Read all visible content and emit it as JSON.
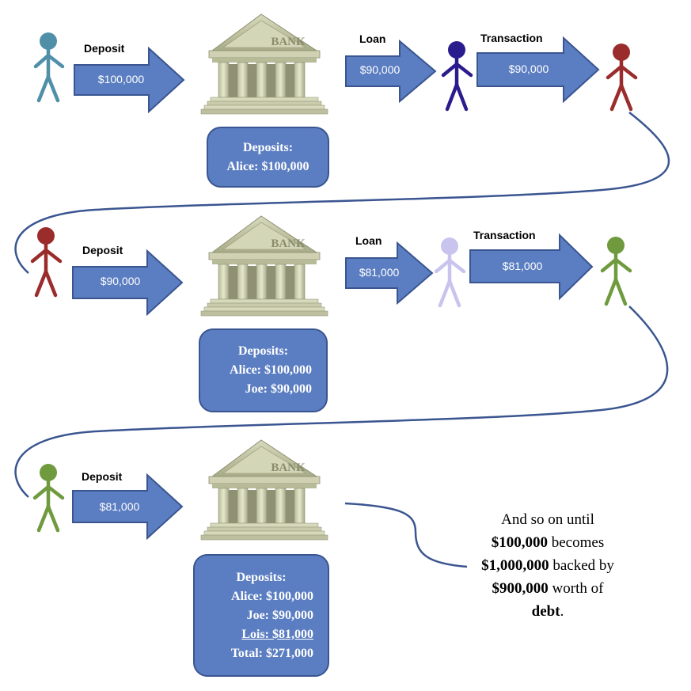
{
  "colors": {
    "arrow_fill": "#5b7ec2",
    "arrow_stroke": "#3a5590",
    "connector": "#3a5590",
    "alice": "#4f90a8",
    "borrower1": "#2a1c8c",
    "joe": "#9b2c2c",
    "borrower2": "#c8c4ee",
    "lois": "#6f9a3e"
  },
  "icons": [
    "person-icon",
    "bank-icon"
  ],
  "rows": [
    {
      "depositor": "Alice",
      "deposit_label": "Deposit",
      "deposit_amount": "$100,000",
      "bank_sign": "BANK",
      "loan_label": "Loan",
      "loan_amount": "$90,000",
      "transaction_label": "Transaction",
      "transaction_amount": "$90,000",
      "deposits_box": {
        "title": "Deposits:",
        "lines": [
          "Alice: $100,000"
        ]
      }
    },
    {
      "depositor": "Joe",
      "deposit_label": "Deposit",
      "deposit_amount": "$90,000",
      "bank_sign": "BANK",
      "loan_label": "Loan",
      "loan_amount": "$81,000",
      "transaction_label": "Transaction",
      "transaction_amount": "$81,000",
      "deposits_box": {
        "title": "Deposits:",
        "lines": [
          "Alice: $100,000",
          "Joe: $90,000"
        ]
      }
    },
    {
      "depositor": "Lois",
      "deposit_label": "Deposit",
      "deposit_amount": "$81,000",
      "bank_sign": "BANK",
      "deposits_box": {
        "title": "Deposits:",
        "lines": [
          "Alice: $100,000",
          "Joe: $90,000",
          "Lois: $81,000",
          "Total: $271,000"
        ]
      }
    }
  ],
  "summary": {
    "text_1": "And so on until",
    "amount_1": "$100,000",
    "text_2": " becomes",
    "amount_2": "$1,000,000",
    "text_3": " backed by",
    "amount_3": "$900,000",
    "text_4": " worth of",
    "word_debt": "debt",
    "text_5": "."
  }
}
